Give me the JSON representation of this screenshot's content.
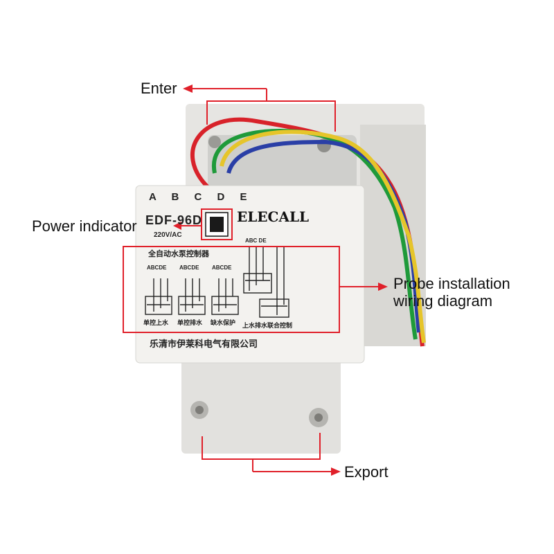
{
  "callouts": {
    "enter": "Enter",
    "power_indicator": "Power indicator",
    "probe_line1": "Probe installation",
    "probe_line2": "wiring diagram",
    "export": "Export"
  },
  "device": {
    "terminal_letters": "A B C D E",
    "model": "EDF-96D",
    "voltage": "220V/AC",
    "brand": "ELECALL",
    "product_name_cn": "全自动水泵控制器",
    "modes": [
      {
        "letters": "ABCDE",
        "label": "单控上水"
      },
      {
        "letters": "ABCDE",
        "label": "单控排水"
      },
      {
        "letters": "ABCDE",
        "label": "缺水保护"
      },
      {
        "letters": "ABC   DE",
        "label": "上水排水联合控制"
      }
    ],
    "company_cn": "乐清市伊莱科电气有限公司"
  },
  "colors": {
    "callout_red": "#e0202a",
    "housing": "#ecebe8",
    "wire_red": "#d8222a",
    "wire_green": "#1f9a3a",
    "wire_blue": "#2a3fa6",
    "wire_yellow": "#e6c52a"
  }
}
